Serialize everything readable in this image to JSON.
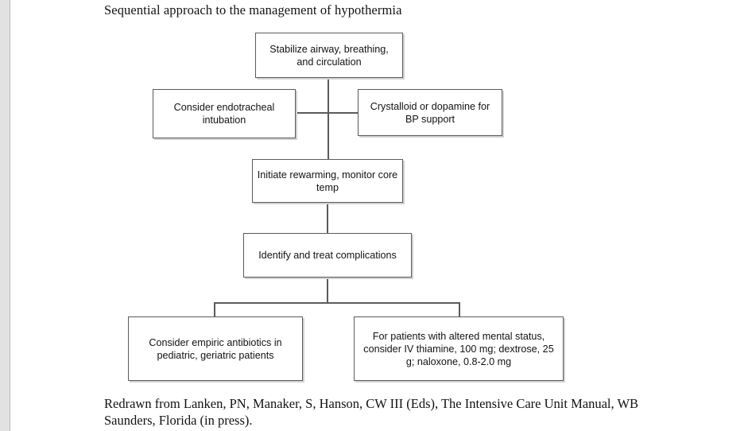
{
  "figure": {
    "title": "Sequential approach to the management of hypothermia",
    "caption": "Redrawn from Lanken, PN, Manaker, S, Hanson, CW III (Eds), The Intensive Care Unit Manual, WB Saunders, Florida (in press).",
    "nodes": {
      "n1": "Stabilize airway, breathing, and circulation",
      "n2": "Consider endotracheal intubation",
      "n3": "Crystalloid or dopamine for BP support",
      "n4": "Initiate rewarming, monitor core temp",
      "n5": "Identify and treat complications",
      "n6": "Consider empiric antibiotics in pediatric, geriatric patients",
      "n7": "For patients with altered mental status, consider IV thiamine, 100 mg; dextrose, 25 g; naloxone, 0.8-2.0 mg"
    },
    "colors": {
      "border": "#5b5b5b",
      "shadow": "#d2d2d2",
      "text": "#121212",
      "gutter": "#e2e2e2",
      "background": "#ffffff"
    }
  }
}
